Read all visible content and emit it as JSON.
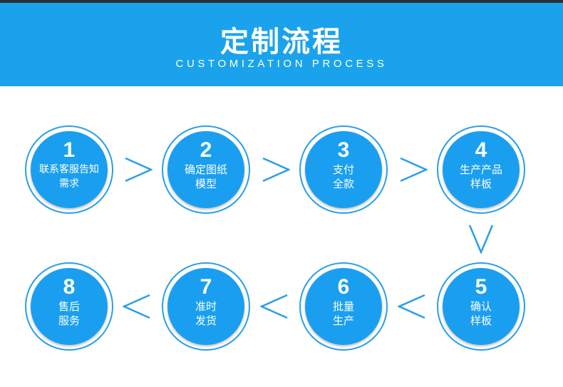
{
  "header": {
    "title": "定制流程",
    "subtitle": "CUSTOMIZATION PROCESS"
  },
  "steps": [
    {
      "number": "1",
      "label": "联系客服告知\n需求"
    },
    {
      "number": "2",
      "label": "确定图纸\n模型"
    },
    {
      "number": "3",
      "label": "支付\n全款"
    },
    {
      "number": "4",
      "label": "生产产品\n样板"
    },
    {
      "number": "5",
      "label": "确认\n样板"
    },
    {
      "number": "6",
      "label": "批量\n生产"
    },
    {
      "number": "7",
      "label": "准时\n发货"
    },
    {
      "number": "8",
      "label": "售后\n服务"
    }
  ],
  "arrows": [
    {
      "direction": "right"
    },
    {
      "direction": "right"
    },
    {
      "direction": "right"
    },
    {
      "direction": "down"
    },
    {
      "direction": "left"
    },
    {
      "direction": "left"
    },
    {
      "direction": "left"
    }
  ],
  "colors": {
    "banner": "#1aa3ec",
    "circle": "#1a9ff0",
    "arrow": "#2a9fe8"
  }
}
